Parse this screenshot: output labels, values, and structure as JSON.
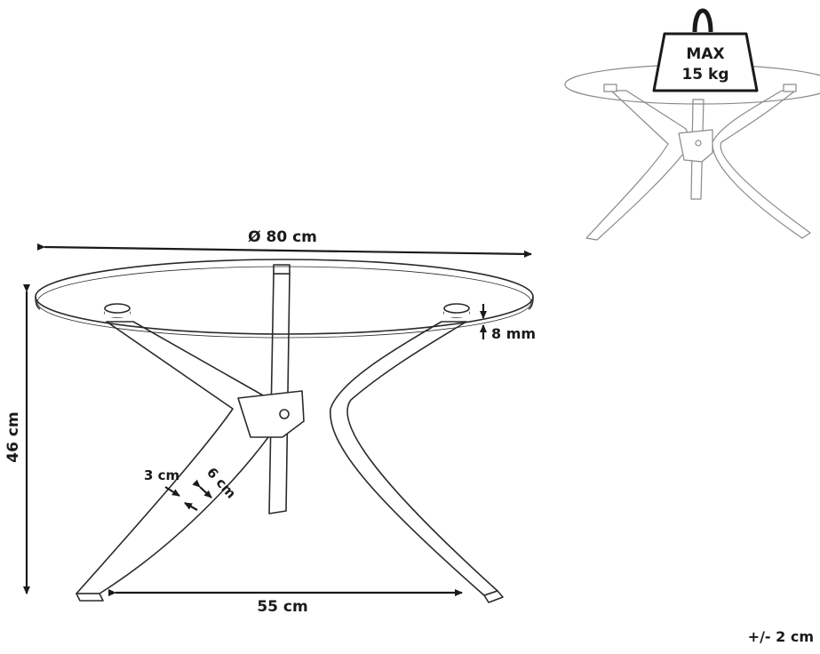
{
  "dimensions": {
    "diameter": "Ø 80 cm",
    "height": "46 cm",
    "glass_thickness": "8 mm",
    "leg_width_front": "3 cm",
    "leg_width_side": "6 cm",
    "base_span": "55 cm",
    "tolerance": "+/- 2 cm"
  },
  "load": {
    "line1": "MAX",
    "line2": "15 kg"
  }
}
